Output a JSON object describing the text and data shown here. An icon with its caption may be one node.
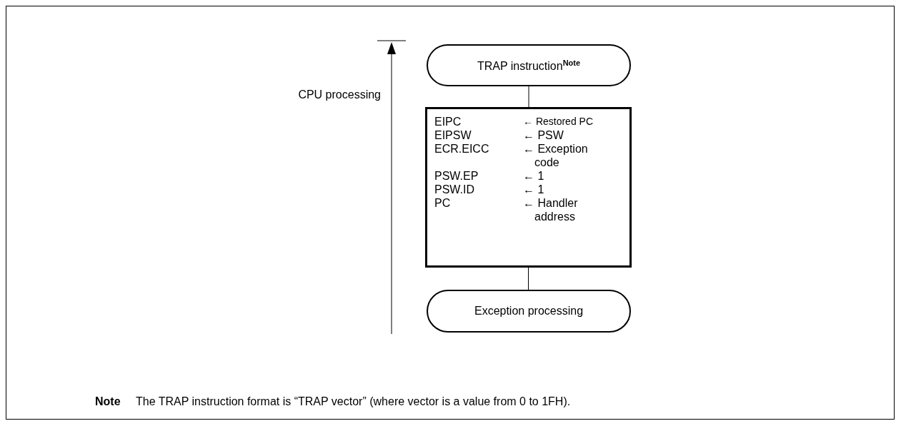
{
  "diagram": {
    "nodes": [
      {
        "text": [
          "TRAP instruction$^{Note}$"
        ]
      },
      {
        "text": [
          "EIPC",
          "← Restored PC",
          "EIPSW",
          "← PSW",
          "ECR.EICC",
          "← Exception code",
          "PSW.EP",
          "← 1",
          "PSW.ID",
          "← 1",
          "PC",
          "← Handler address"
        ]
      },
      {
        "text": [
          "Exception processing"
        ]
      }
    ],
    "edges": [
      {
        "from": 0,
        "to": 1,
        "arrow": "none"
      },
      {
        "from": 1,
        "to": 2,
        "arrow": "none"
      }
    ],
    "labels": [
      "CPU processing",
      "Note",
      "The TRAP instruction format is “TRAP vector” (where vector is a value from 0 to 1FH)."
    ]
  }
}
